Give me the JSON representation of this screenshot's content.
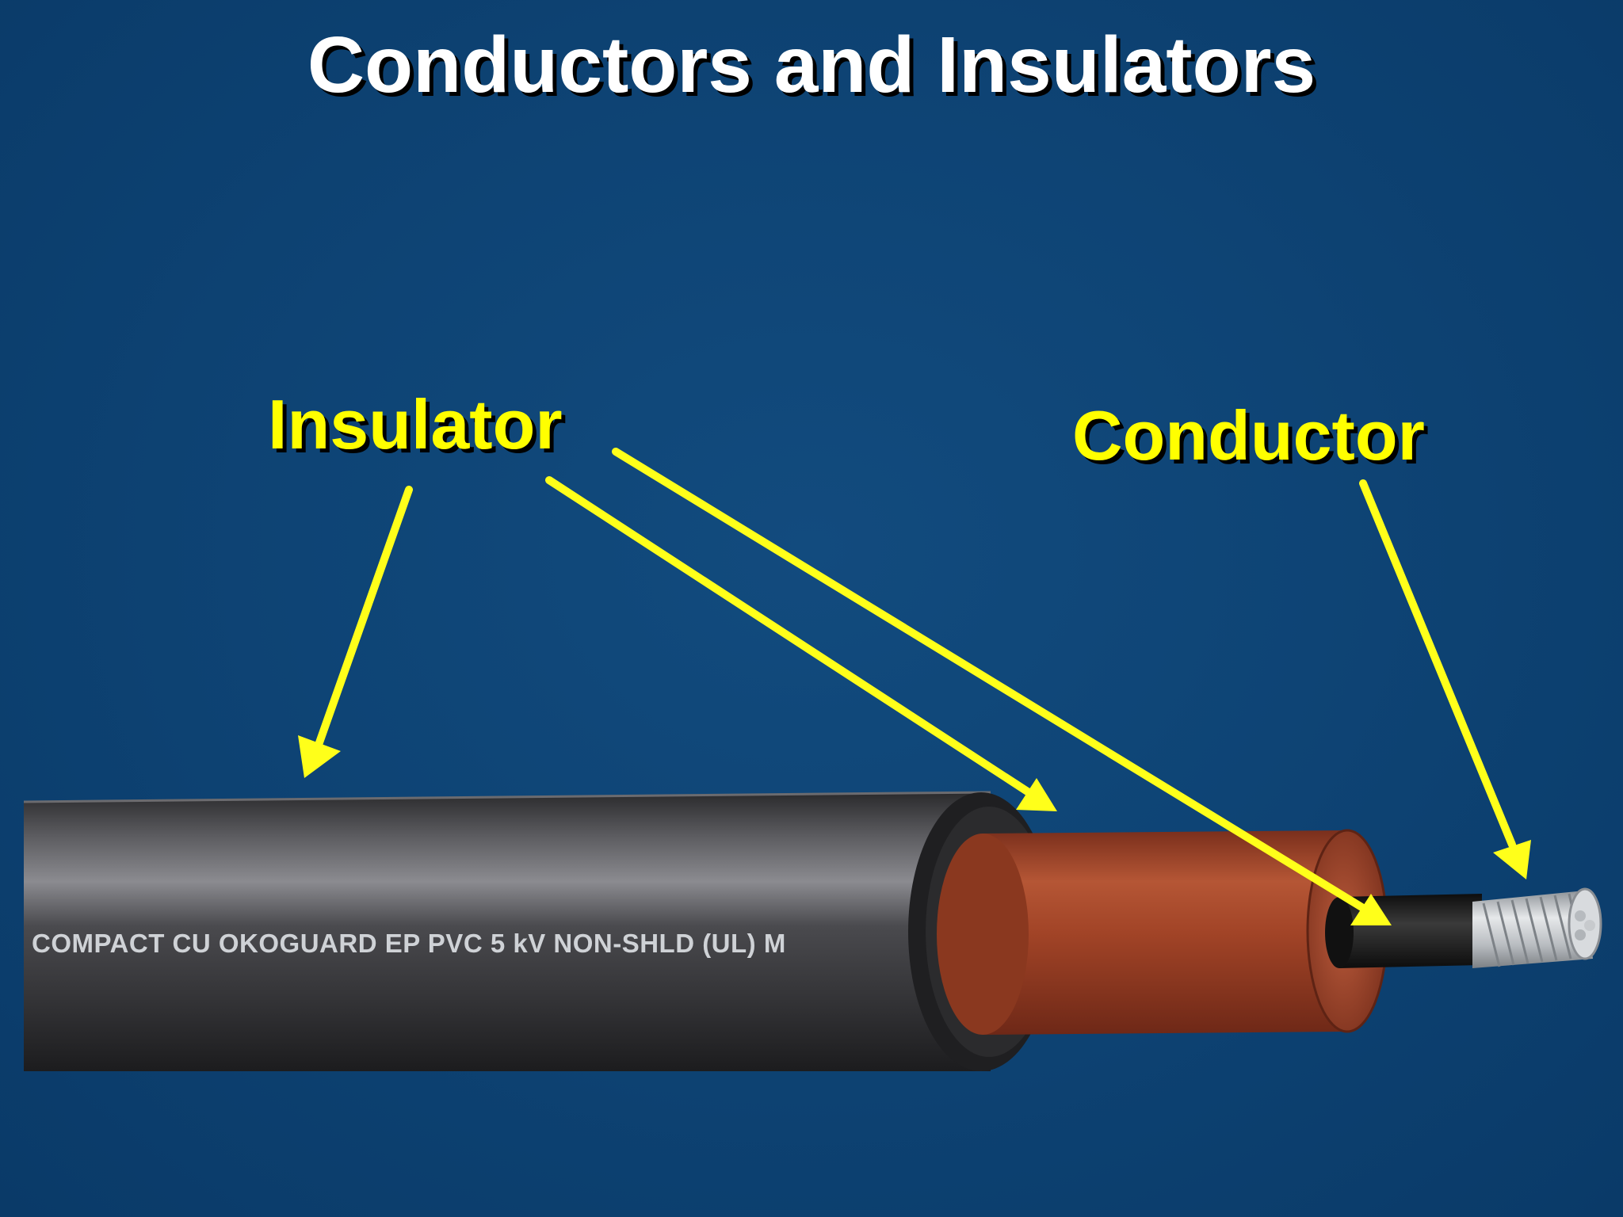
{
  "slide": {
    "title": "Conductors and Insulators",
    "background_color": "#0e4475",
    "accent_color": "#ffff00"
  },
  "labels": {
    "insulator": "Insulator",
    "conductor": "Conductor"
  },
  "cable": {
    "print_text": "COMPACT CU OKOGUARD EP PVC 5 kV NON-SHLD (UL) M",
    "jacket_color": "#3a3a3c",
    "insulation_color": "#a8452a",
    "core_color": "#1c1c1c",
    "strands_color": "#c9cdd1"
  }
}
